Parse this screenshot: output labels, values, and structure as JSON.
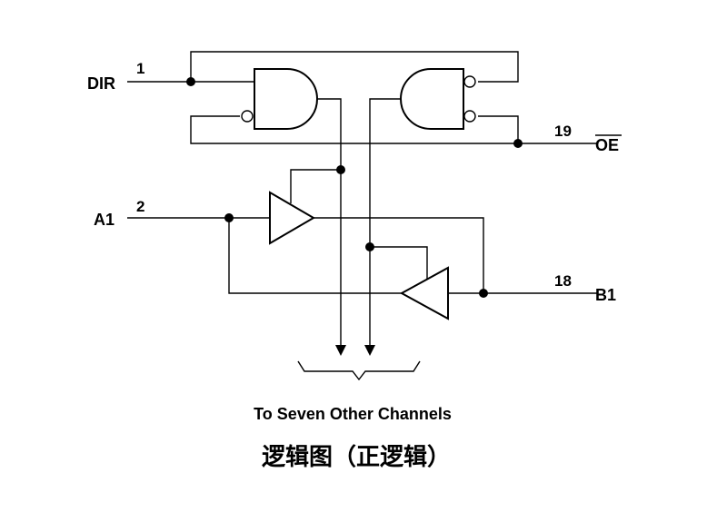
{
  "pins": {
    "dir": {
      "name": "DIR",
      "number": "1"
    },
    "oe": {
      "name": "OE",
      "number": "19"
    },
    "a1": {
      "name": "A1",
      "number": "2"
    },
    "b1": {
      "name": "B1",
      "number": "18"
    }
  },
  "caption": "To Seven Other Channels",
  "title": "逻辑图（正逻辑）",
  "icons": [
    "and-gate-icon",
    "inverted-input-and-gate-icon",
    "buffer-right-icon",
    "buffer-left-icon",
    "arrow-down-icon",
    "brace-icon"
  ]
}
